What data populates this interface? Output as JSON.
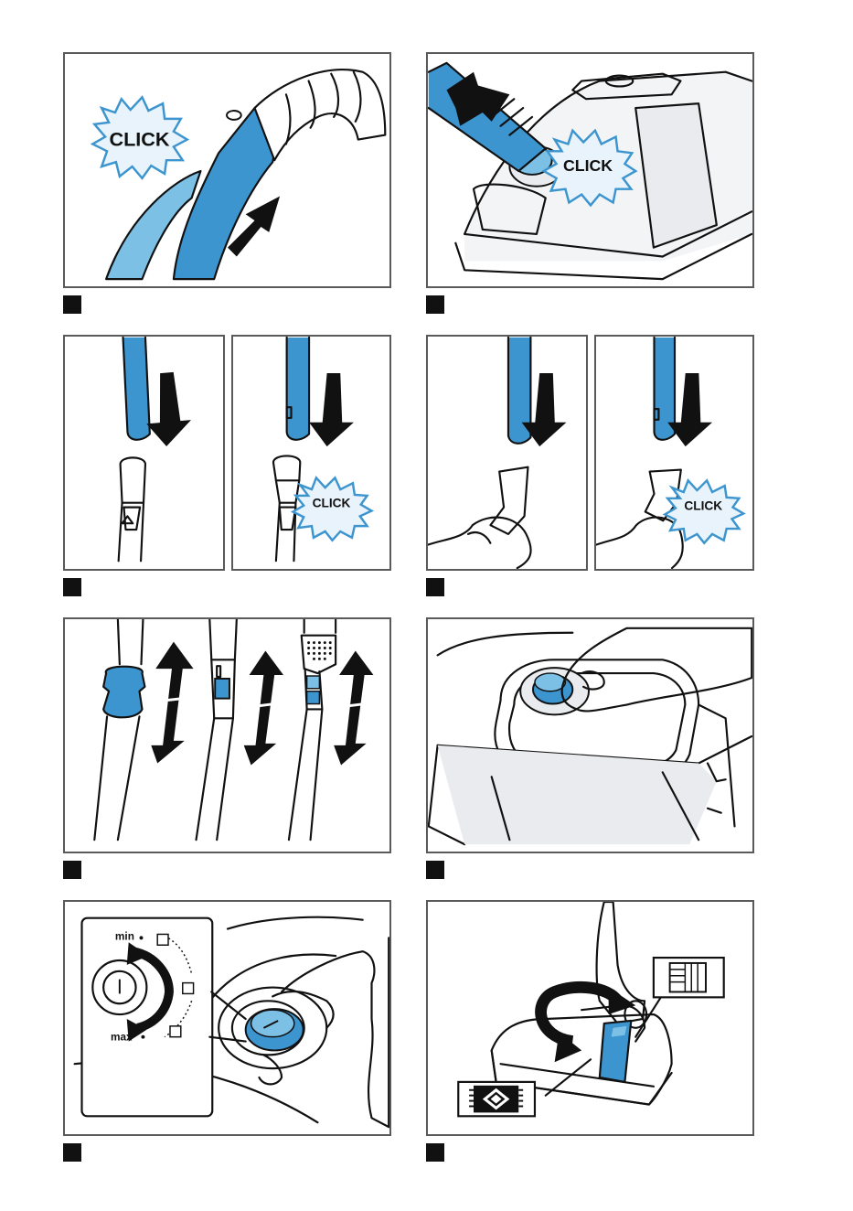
{
  "click_label": "CLICK",
  "dial": {
    "min_label": "min",
    "max_label": "max"
  },
  "colors": {
    "accent_blue": "#3d95cf",
    "light_blue": "#7cc0e6",
    "burst_fill": "#e8f3fb",
    "frame": "#5a5a5a",
    "step_marker": "#111111"
  },
  "icons": [
    "arrow-up-icon",
    "arrow-down-icon",
    "double-arrow-icon",
    "rotate-arrow-icon",
    "click-burst-icon",
    "carpet-icon",
    "hard-floor-icon"
  ]
}
